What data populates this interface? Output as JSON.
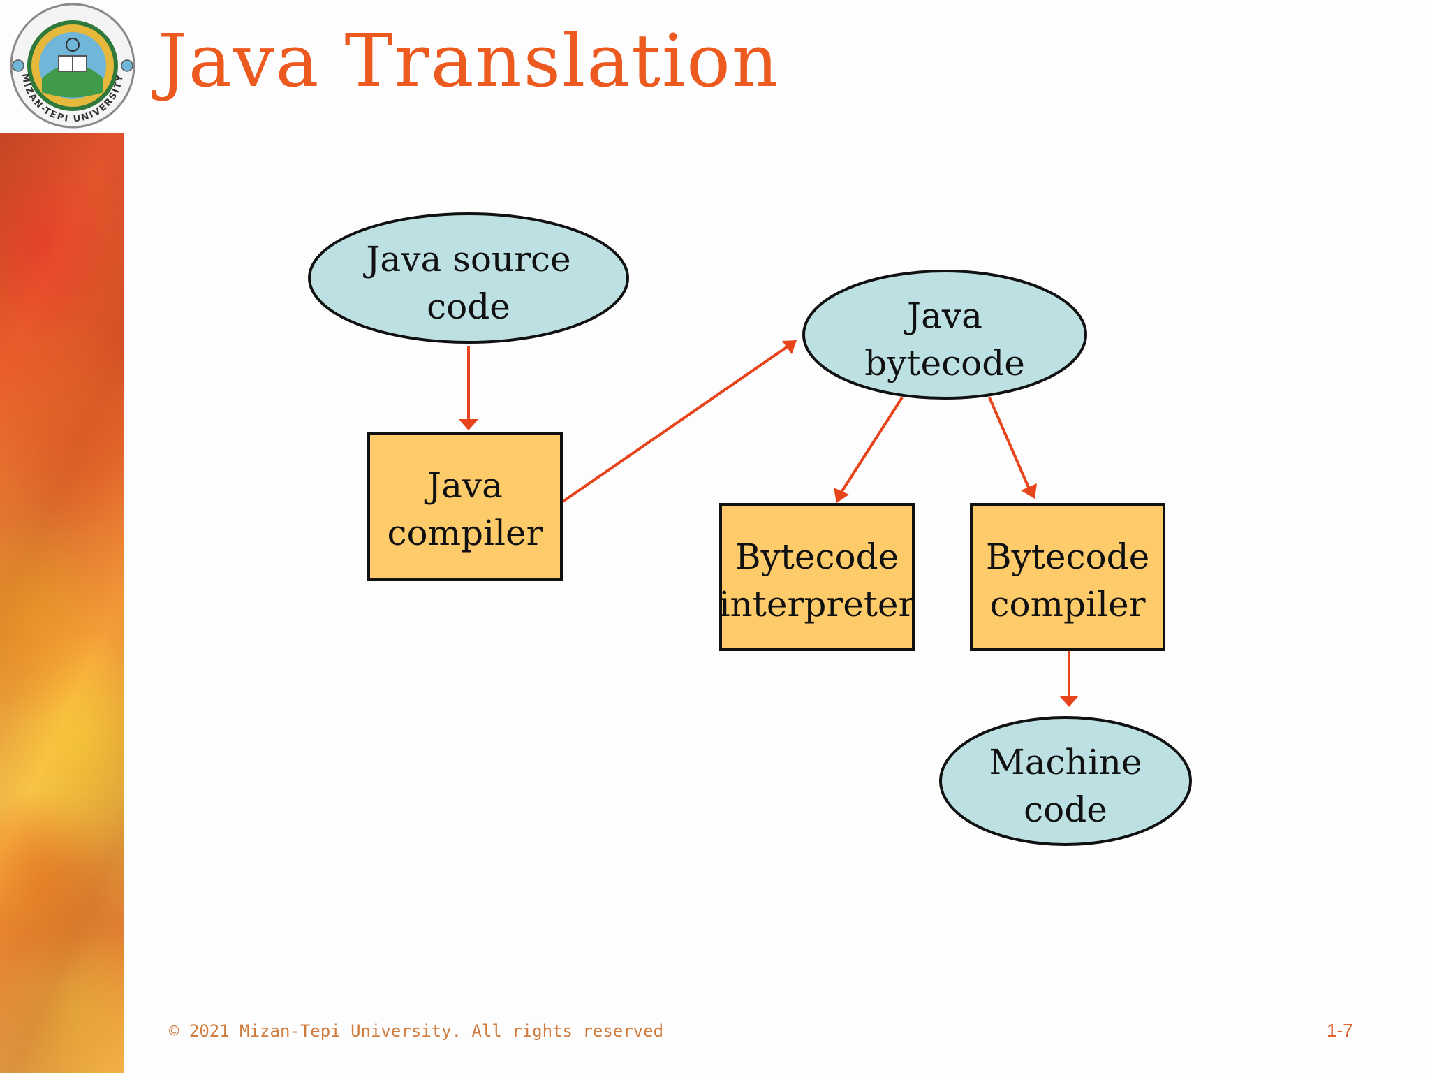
{
  "slide": {
    "title": "Java Translation",
    "footer": "© 2021 Mizan-Tepi University. All rights reserved",
    "page_number": "1-7"
  },
  "logo": {
    "text": "MIZAN-TEPI UNIVERSITY"
  },
  "diagram": {
    "nodes": [
      {
        "id": "java-source-code",
        "shape": "ellipse",
        "lines": [
          "Java source",
          "code"
        ]
      },
      {
        "id": "java-compiler",
        "shape": "box",
        "lines": [
          "Java",
          "compiler"
        ]
      },
      {
        "id": "java-bytecode",
        "shape": "ellipse",
        "lines": [
          "Java",
          "bytecode"
        ]
      },
      {
        "id": "bytecode-interpreter",
        "shape": "box",
        "lines": [
          "Bytecode",
          "interpreter"
        ]
      },
      {
        "id": "bytecode-compiler",
        "shape": "box",
        "lines": [
          "Bytecode",
          "compiler"
        ]
      },
      {
        "id": "machine-code",
        "shape": "ellipse",
        "lines": [
          "Machine",
          "code"
        ]
      }
    ],
    "edges": [
      {
        "from": "java-source-code",
        "to": "java-compiler"
      },
      {
        "from": "java-compiler",
        "to": "java-bytecode"
      },
      {
        "from": "java-bytecode",
        "to": "bytecode-interpreter"
      },
      {
        "from": "java-bytecode",
        "to": "bytecode-compiler"
      },
      {
        "from": "bytecode-compiler",
        "to": "machine-code"
      }
    ],
    "colors": {
      "ellipse_fill": "#bde0e3",
      "box_fill": "#fecb6a",
      "stroke": "#111111",
      "arrow": "#e8441c"
    }
  }
}
